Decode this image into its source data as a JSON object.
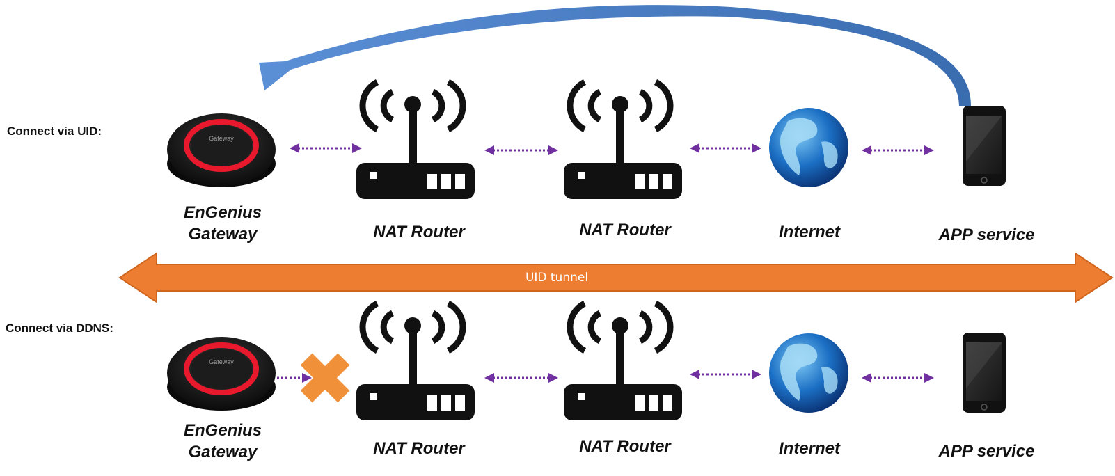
{
  "rows": [
    {
      "label": "Connect via UID:",
      "devices": {
        "gateway": "EnGenius\nGateway",
        "router1": "NAT Router",
        "router2": "NAT Router",
        "internet": "Internet",
        "app": "APP service"
      },
      "gateway_connection": "connected"
    },
    {
      "label": "Connect via DDNS:",
      "devices": {
        "gateway": "EnGenius\nGateway",
        "router1": "NAT Router",
        "router2": "NAT Router",
        "internet": "Internet",
        "app": "APP service"
      },
      "gateway_connection": "blocked"
    }
  ],
  "gateway_device_text": "Gateway",
  "tunnel": {
    "label": "UID tunnel"
  },
  "colors": {
    "tunnel": "#ed7d31",
    "tunnel_border": "#d0661e",
    "link_arrow": "#7030a0",
    "curved_arrow": "#4a7ec0",
    "block_mark": "#f0913a",
    "gateway_ring": "#e8192c",
    "device_dark": "#111111"
  }
}
